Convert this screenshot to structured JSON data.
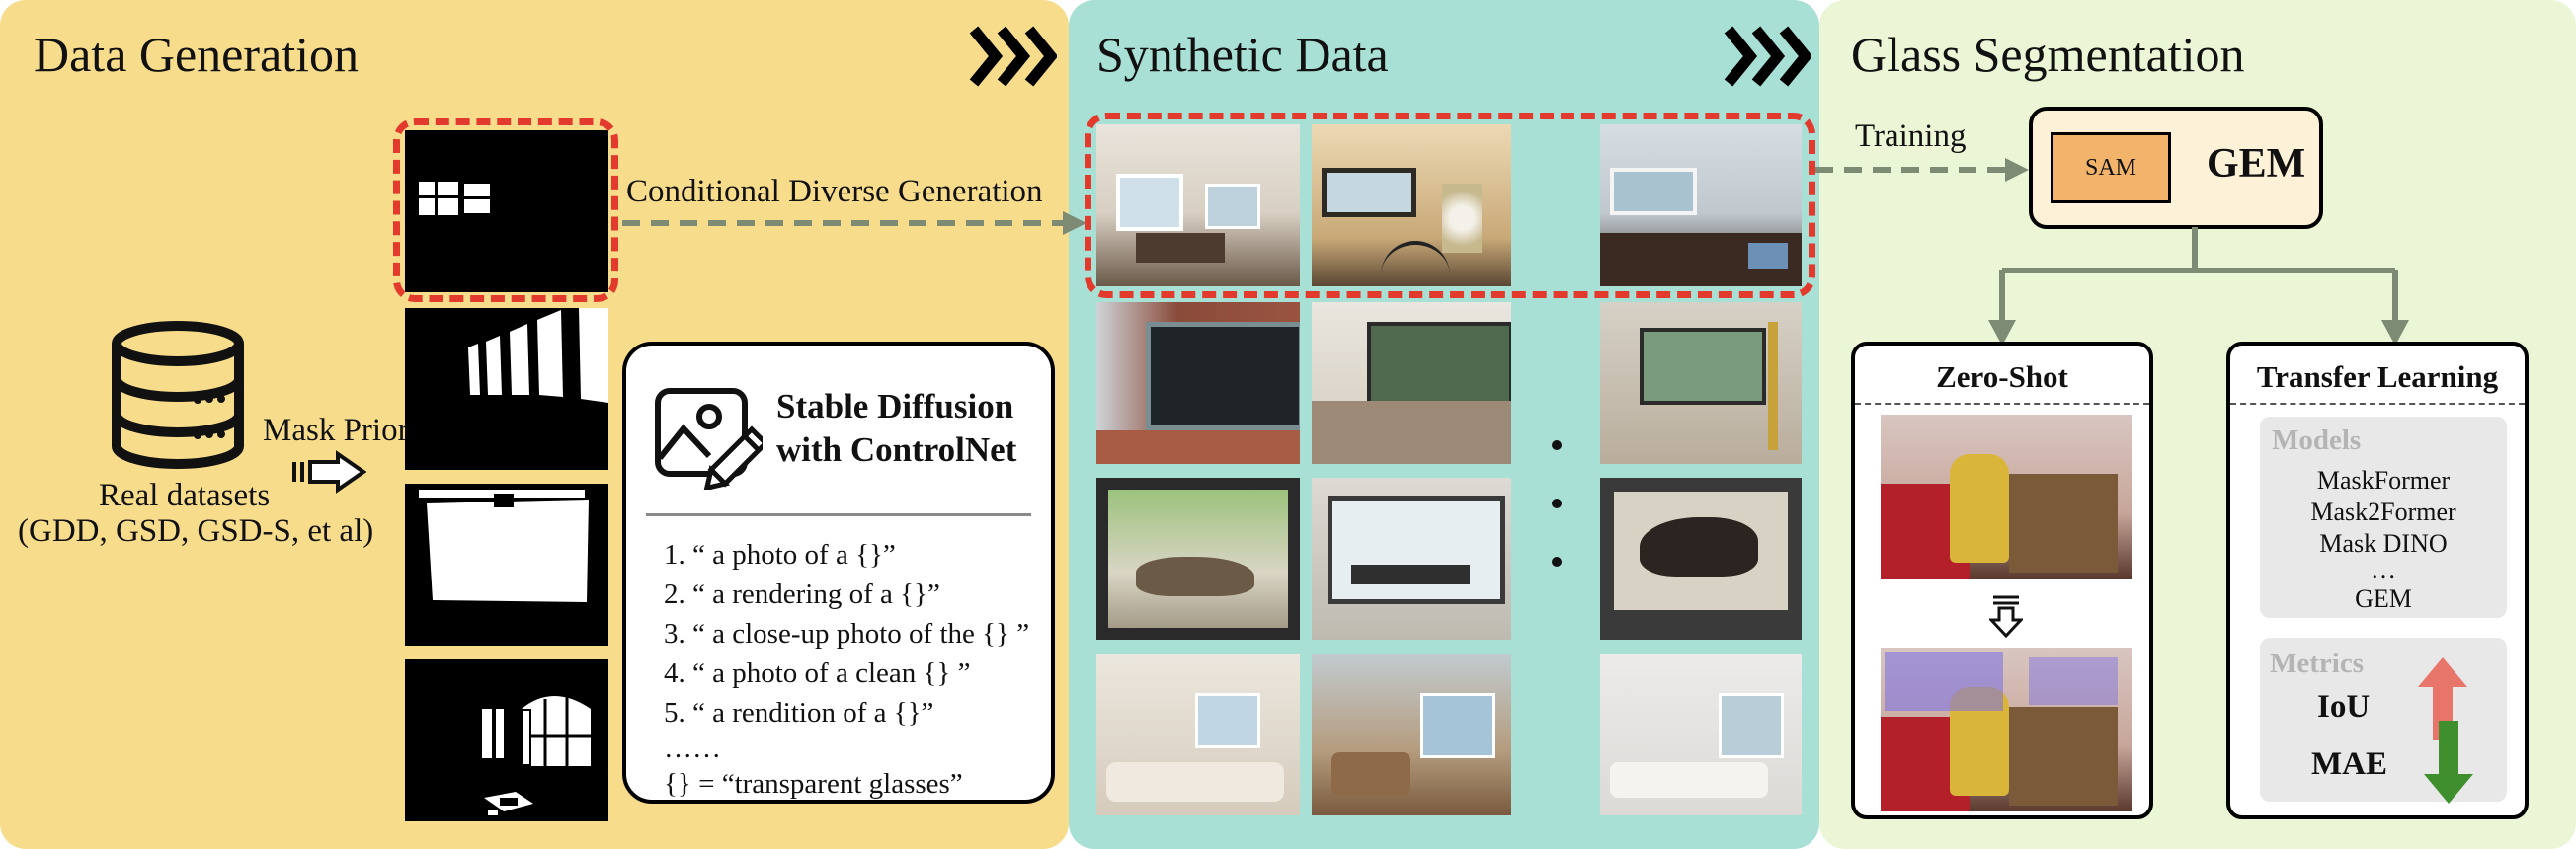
{
  "panels": {
    "generation": {
      "title": "Data Generation",
      "color": "#f7dc8c"
    },
    "synthetic": {
      "title": "Synthetic Data",
      "color": "#a9e0d5"
    },
    "segmentation": {
      "title": "Glass Segmentation",
      "color": "#eaf6d6"
    }
  },
  "datasets": {
    "label_line1": "Real datasets",
    "label_line2": "(GDD, GSD, GSD-S, et al)",
    "icon": "database-icon"
  },
  "mask_prior_label": "Mask Prior",
  "conditional_label": "Conditional Diverse Generation",
  "diffusion": {
    "title_line1": "Stable Diffusion",
    "title_line2": "with ControlNet",
    "prompts": [
      "1. “ a photo of a {}”",
      "2. “ a rendering of a {}”",
      "3. “ a close-up photo of the {} ”",
      "4. “ a photo of a clean {} ”",
      "5. “ a rendition of a {}”",
      "……",
      "{} = “transparent glasses”"
    ]
  },
  "training_label": "Training",
  "gem": {
    "sam_label": "SAM",
    "gem_label": "GEM"
  },
  "zero_shot": {
    "title": "Zero-Shot"
  },
  "transfer": {
    "title": "Transfer Learning",
    "models_title": "Models",
    "models": [
      "MaskFormer",
      "Mask2Former",
      "Mask DINO",
      "…",
      "GEM"
    ],
    "metrics_title": "Metrics",
    "metrics": [
      "IoU",
      "MAE"
    ]
  },
  "colors": {
    "dashed_red": "#e23b2e",
    "arrow_gray": "#7d8b74",
    "sam_fill": "#f2b36a",
    "gem_box_fill": "#fdf2d8",
    "up_arrow": "#e8756a",
    "down_arrow": "#3f8f2e"
  }
}
